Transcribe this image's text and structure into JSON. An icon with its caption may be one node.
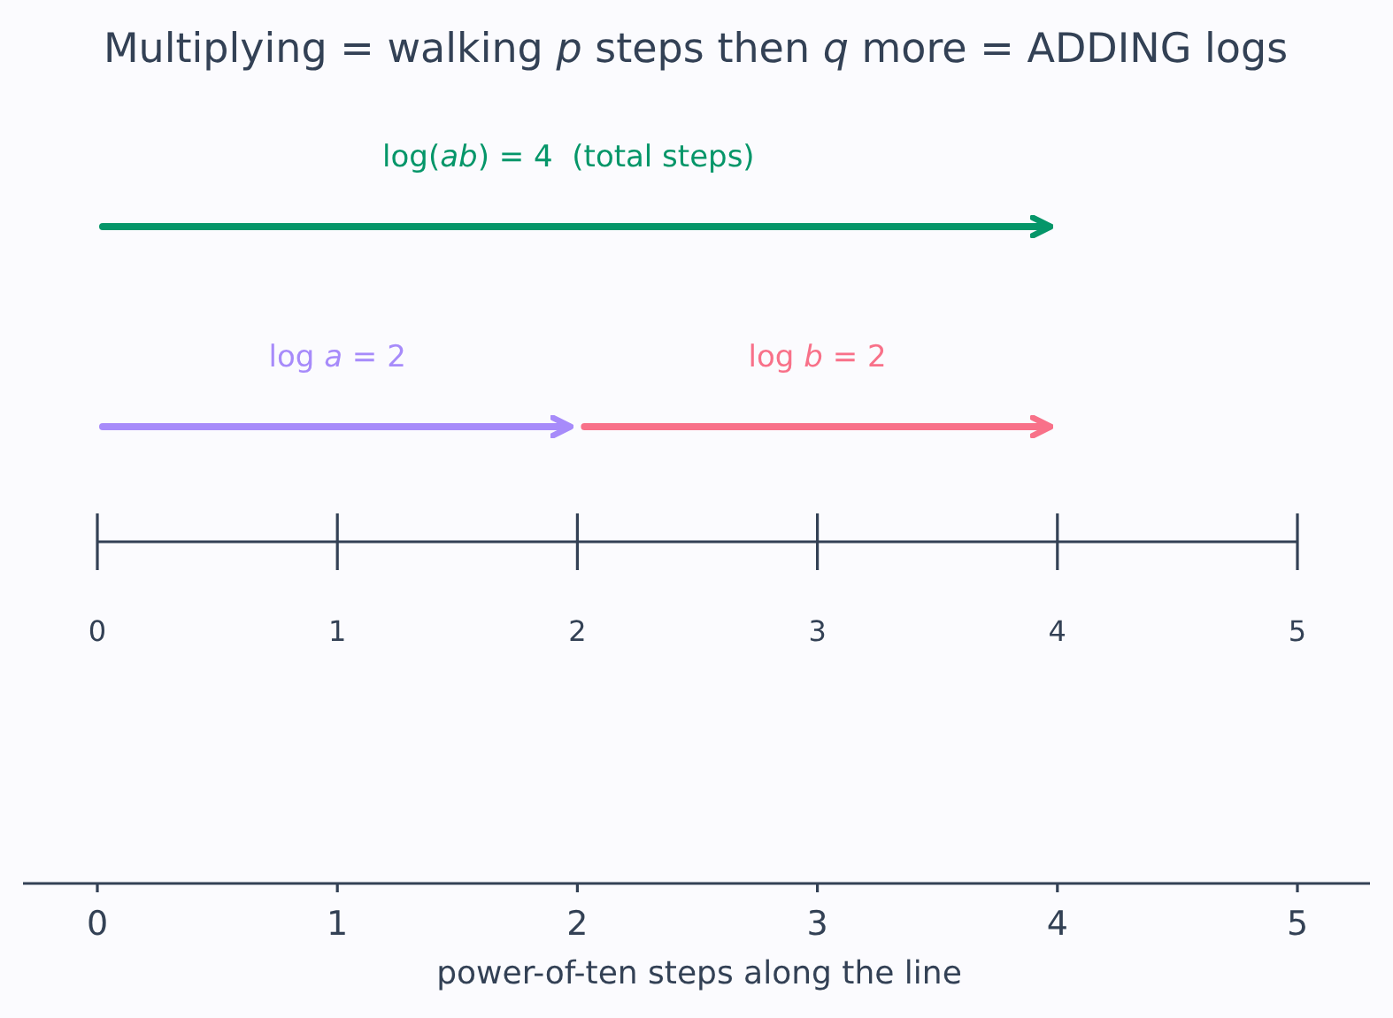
{
  "diagram": {
    "title": "Multiplying = walking *p* steps then *q* more = ADDING logs",
    "labels": [
      "log(*ab*) = 4  (total steps)",
      "log *a* = 2",
      "log *b* = 2",
      "0",
      "1",
      "2",
      "3",
      "4",
      "5",
      "0",
      "1",
      "2",
      "3",
      "4",
      "5",
      "power-of-ten steps along the line"
    ]
  }
}
